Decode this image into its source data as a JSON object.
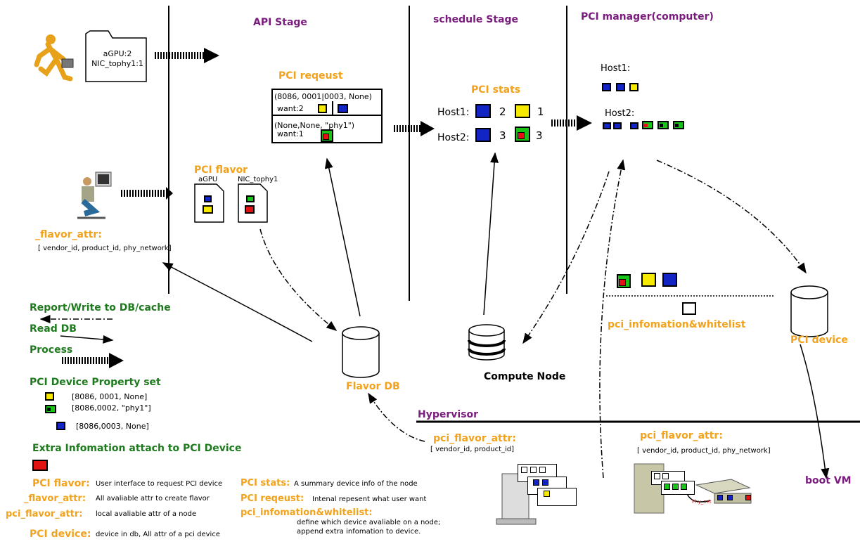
{
  "stages": {
    "api": "API Stage",
    "schedule": "schedule Stage",
    "pci_manager": "PCI manager(computer)",
    "hypervisor": "Hypervisor"
  },
  "user_request": {
    "line1": "aGPU:2",
    "line2": "NIC_tophy1:1"
  },
  "pci_request": {
    "title": "PCI reqeust",
    "row1_spec": "(8086, 0001|0003, None)",
    "row1_want": "want:2",
    "row2_spec": "(None,None, \"phy1\")",
    "row2_want": "want:1"
  },
  "pci_flavor": {
    "title": "PCI flavor",
    "item1": "aGPU",
    "item2": "NIC_tophy1"
  },
  "flavor_attr": {
    "title": "_flavor_attr:",
    "value": "[ vendor_id, product_id, phy_network]"
  },
  "pci_stats": {
    "title": "PCI stats",
    "host1_label": "Host1:",
    "host1_blue": "2",
    "host1_yellow": "1",
    "host2_label": "Host2:",
    "host2_blue": "3",
    "host2_green": "3"
  },
  "pci_manager": {
    "host1": "Host1:",
    "host2": "Host2:"
  },
  "whitelist_label": "pci_infomation&whitelist",
  "pci_device_label": "PCI device",
  "flavor_db_label": "Flavor DB",
  "compute_node_label": "Compute Node",
  "boot_vm_label": "boot VM",
  "hypervisor_flavor_attr_left": {
    "title": "pci_flavor_attr:",
    "value": "[ vendor_id, product_id]"
  },
  "hypervisor_flavor_attr_right": {
    "title": "pci_flavor_attr:",
    "value": "[ vendor_id, product_id, phy_network]"
  },
  "phy_net_label": "Phy_net",
  "legend": {
    "report_write": "Report/Write to DB/cache",
    "read_db": "Read DB",
    "process": "Process",
    "property_set_title": "PCI Device Property set",
    "prop1": "[8086, 0001, None]",
    "prop2": "[8086,0002, \"phy1\"]",
    "prop3": "[8086,0003, None]",
    "extra_info_title": "Extra Infomation attach to PCI Device"
  },
  "glossary": {
    "pci_flavor_term": "PCI flavor:",
    "pci_flavor_def": "User interface to request PCI device",
    "flavor_attr_term": "_flavor_attr:",
    "flavor_attr_def": "All avaliable attr to create flavor",
    "pci_flavor_attr_term": "pci_flavor_attr:",
    "pci_flavor_attr_def": "local avaliable attr of a node",
    "pci_device_term": "PCI device:",
    "pci_device_def": "device in db, All attr of a pci device",
    "pci_stats_term": "PCI stats:",
    "pci_stats_def": "A summary device info of the node",
    "pci_reqeust_term": "PCI reqeust:",
    "pci_reqeust_def": "Intenal repesent what user want",
    "whitelist_term": "pci_infomation&whitelist:",
    "whitelist_def1": "define which device avaliable on a node;",
    "whitelist_def2": "append extra infomation to device."
  },
  "colors": {
    "stage": "#7a1b7e",
    "term": "#f2a21b",
    "legend": "#1d7a1d",
    "yellow": "#f6ea00",
    "blue": "#1224c4",
    "green": "#19c419",
    "red": "#e21212"
  }
}
